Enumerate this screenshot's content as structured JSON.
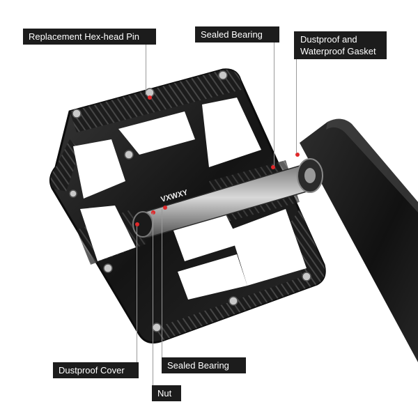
{
  "callouts": {
    "hex_pin": "Replacement Hex-head Pin",
    "sealed_bearing_top": "Sealed Bearing",
    "gasket": "Dustproof and\nWaterproof Gasket",
    "dustproof_cover": "Dustproof Cover",
    "sealed_bearing_bottom": "Sealed Bearing",
    "nut": "Nut"
  },
  "product": {
    "brand_text": "VXWXY"
  },
  "colors": {
    "background": "#ffffff",
    "label_bg": "#1c1c1c",
    "label_text": "#ffffff",
    "pedal_body": "#1b1b1b",
    "accent_dot": "#e0282a"
  }
}
